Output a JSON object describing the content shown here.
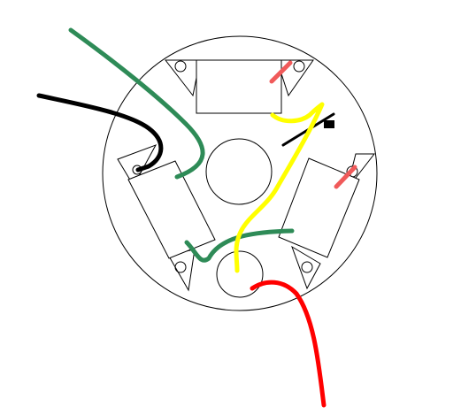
{
  "diagram": {
    "kind": "wiring diagram",
    "components": [
      {
        "name": "base-plate",
        "shape": "circle"
      },
      {
        "name": "center-hole",
        "shape": "circle"
      },
      {
        "name": "lower-hole",
        "shape": "circle"
      },
      {
        "name": "coil-top",
        "shape": "rectangle"
      },
      {
        "name": "coil-left",
        "shape": "rectangle"
      },
      {
        "name": "coil-right",
        "shape": "rectangle"
      },
      {
        "name": "mount-bracket",
        "shape": "triangle",
        "count": 6
      }
    ],
    "wires": [
      {
        "name": "green-wire",
        "color": "#2e8b57"
      },
      {
        "name": "black-wire",
        "color": "#000000"
      },
      {
        "name": "yellow-wire",
        "color": "#ffff00"
      },
      {
        "name": "red-wire",
        "color": "#ff0000"
      },
      {
        "name": "short-black-wire",
        "color": "#000000"
      },
      {
        "name": "salmon-marker-top",
        "color": "#f05a5a"
      },
      {
        "name": "salmon-marker-right",
        "color": "#f05a5a"
      }
    ]
  }
}
